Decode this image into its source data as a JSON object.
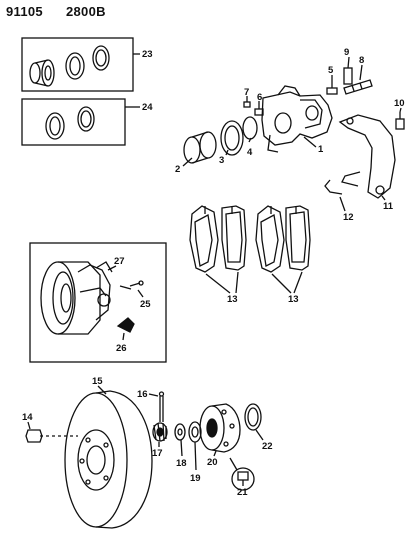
{
  "header": {
    "code1": "91105",
    "code2": "2800B"
  },
  "callouts": {
    "c1": "1",
    "c2": "2",
    "c3": "3",
    "c4": "4",
    "c5": "5",
    "c6": "6",
    "c7": "7",
    "c8": "8",
    "c9": "9",
    "c10": "10",
    "c11": "11",
    "c12": "12",
    "c13a": "13",
    "c13b": "13",
    "c14": "14",
    "c15": "15",
    "c16": "16",
    "c17": "17",
    "c18": "18",
    "c19": "19",
    "c20": "20",
    "c21": "21",
    "c22": "22",
    "c23": "23",
    "c24": "24",
    "c25": "25",
    "c26": "26",
    "c27": "27"
  }
}
